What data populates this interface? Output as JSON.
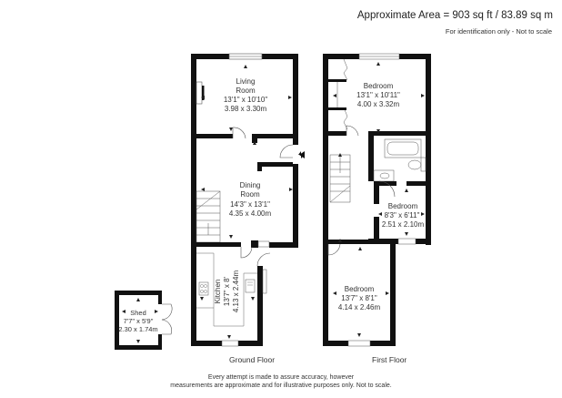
{
  "header": {
    "area": "Approximate Area = 903 sq ft / 83.89 sq m",
    "note": "For identification only - Not to scale"
  },
  "ground_floor": {
    "label": "Ground Floor",
    "rooms": [
      {
        "name_line1": "Living",
        "name_line2": "Room",
        "imperial": "13'1\" x 10'10\"",
        "metric": "3.98 x 3.30m"
      },
      {
        "name_line1": "Dining",
        "name_line2": "Room",
        "imperial": "14'3\" x 13'1\"",
        "metric": "4.35 x 4.00m"
      },
      {
        "name": "Kitchen",
        "imperial": "13'7\" x 8'",
        "metric": "4.13 x 2.44m"
      }
    ]
  },
  "shed": {
    "name": "Shed",
    "imperial": "7'7\" x 5'9\"",
    "metric": "2.30 x 1.74m"
  },
  "first_floor": {
    "label": "First Floor",
    "rooms": [
      {
        "name": "Bedroom",
        "imperial": "13'1\" x 10'11\"",
        "metric": "4.00 x 3.32m"
      },
      {
        "name": "Bedroom",
        "imperial": "8'3\" x 6'11\"",
        "metric": "2.51 x 2.10m"
      },
      {
        "name": "Bedroom",
        "imperial": "13'7\" x 8'1\"",
        "metric": "4.14 x 2.46m"
      }
    ]
  },
  "disclaimer": {
    "line1": "Every attempt is made to assure accuracy, however",
    "line2": "measurements are approximate and for illustrative purposes only. Not to scale."
  },
  "colors": {
    "wall": "#111111",
    "line": "#555555",
    "background": "#ffffff"
  }
}
